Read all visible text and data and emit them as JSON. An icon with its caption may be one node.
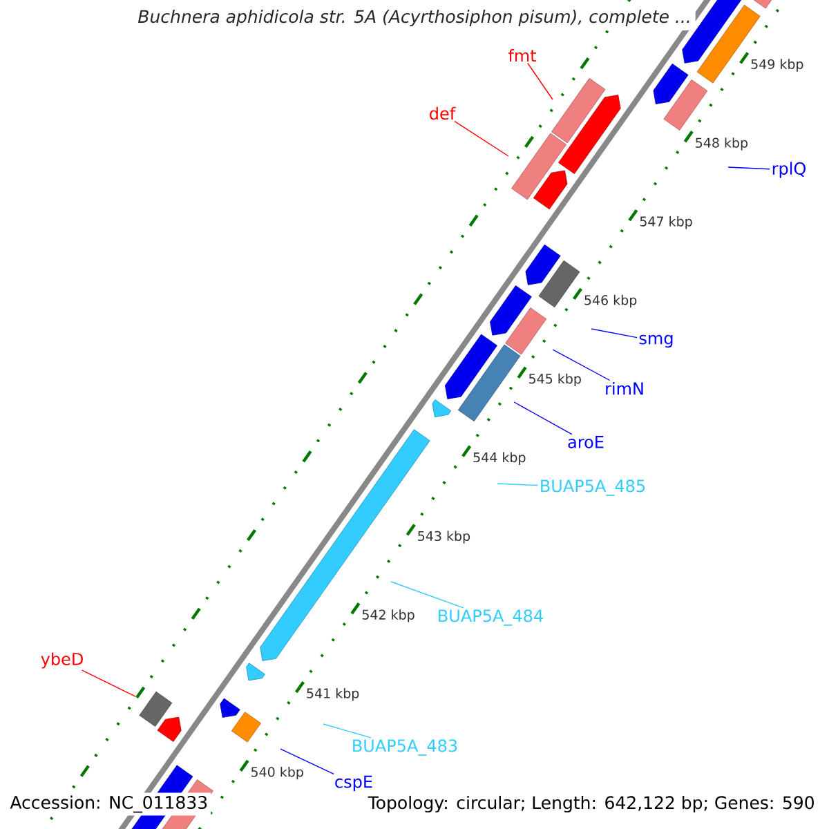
{
  "diagram": {
    "title": "Buchnera aphidicola str. 5A (Acyrthosiphon pisum), complete ...",
    "nodes": [
      {
        "text": [
          "fmt"
        ]
      },
      {
        "text": [
          "def"
        ]
      },
      {
        "text": [
          "rplQ"
        ]
      },
      {
        "text": [
          "smg"
        ]
      },
      {
        "text": [
          "rimN"
        ]
      },
      {
        "text": [
          "aroE"
        ]
      },
      {
        "text": [
          "BUAP5A_485"
        ]
      },
      {
        "text": [
          "BUAP5A_484"
        ]
      },
      {
        "text": [
          "ybeD"
        ]
      },
      {
        "text": [
          "BUAP5A_483"
        ]
      },
      {
        "text": [
          "cspE"
        ]
      }
    ],
    "edges": [
      {
        "from": 0,
        "to": null,
        "arrow": "none",
        "color": "#ff0000"
      },
      {
        "from": 1,
        "to": null,
        "arrow": "none",
        "color": "#ff0000"
      },
      {
        "from": 2,
        "to": null,
        "arrow": "none"
      },
      {
        "from": 3,
        "to": null,
        "arrow": "none"
      },
      {
        "from": 4,
        "to": null,
        "arrow": "none"
      },
      {
        "from": 5,
        "to": null,
        "arrow": "none"
      },
      {
        "from": 6,
        "to": null,
        "arrow": "none",
        "color": "#33ccff"
      },
      {
        "from": 7,
        "to": null,
        "arrow": "none",
        "color": "#33ccff"
      },
      {
        "from": 8,
        "to": null,
        "arrow": "none",
        "color": "#ff0000"
      },
      {
        "from": 9,
        "to": null,
        "arrow": "none",
        "color": "#33ccff"
      },
      {
        "from": 10,
        "to": null,
        "arrow": "none"
      }
    ],
    "labels": [
      "549 kbp",
      "548 kbp",
      "547 kbp",
      "546 kbp",
      "545 kbp",
      "544 kbp",
      "543 kbp",
      "542 kbp",
      "541 kbp",
      "540 kbp",
      "Accession: NC_011833",
      "Topology: circular; Length: 642,122 bp; Genes: 590"
    ]
  }
}
